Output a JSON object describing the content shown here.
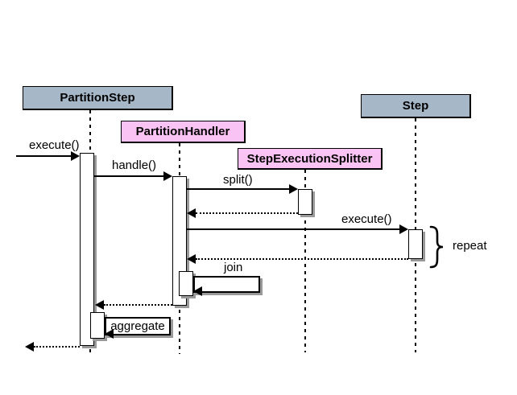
{
  "diagram_type": "UML sequence diagram",
  "participants": [
    {
      "label": "PartitionStep",
      "fill": "#a6b8c8"
    },
    {
      "label": "PartitionHandler",
      "fill": "#f9c4f3"
    },
    {
      "label": "StepExecutionSplitter",
      "fill": "#f9c4f3"
    },
    {
      "label": "Step",
      "fill": "#a6b8c8"
    }
  ],
  "flow": [
    {
      "label": "execute()",
      "type": "call",
      "to": "PartitionStep"
    },
    {
      "label": "handle()",
      "type": "call",
      "from": "PartitionStep",
      "to": "PartitionHandler"
    },
    {
      "label": "split()",
      "type": "call",
      "from": "PartitionHandler",
      "to": "StepExecutionSplitter"
    },
    {
      "type": "return",
      "from": "StepExecutionSplitter",
      "to": "PartitionHandler"
    },
    {
      "label": "execute()",
      "type": "call",
      "from": "PartitionHandler",
      "to": "Step",
      "annotation": "repeat"
    },
    {
      "type": "return",
      "from": "Step",
      "to": "PartitionHandler"
    },
    {
      "label": "join",
      "type": "self-call",
      "on": "PartitionHandler"
    },
    {
      "type": "return",
      "from": "PartitionHandler",
      "to": "PartitionStep"
    },
    {
      "label": "aggregate",
      "type": "self-call",
      "on": "PartitionStep"
    },
    {
      "type": "return",
      "from": "PartitionStep"
    }
  ],
  "annotation": {
    "repeat_label": "repeat",
    "brace_glyph": "}"
  },
  "colors": {
    "participant_blue": "#a6b8c8",
    "participant_pink": "#f9c4f3",
    "line": "#000000",
    "shadow": "#999999",
    "background": "#ffffff"
  }
}
